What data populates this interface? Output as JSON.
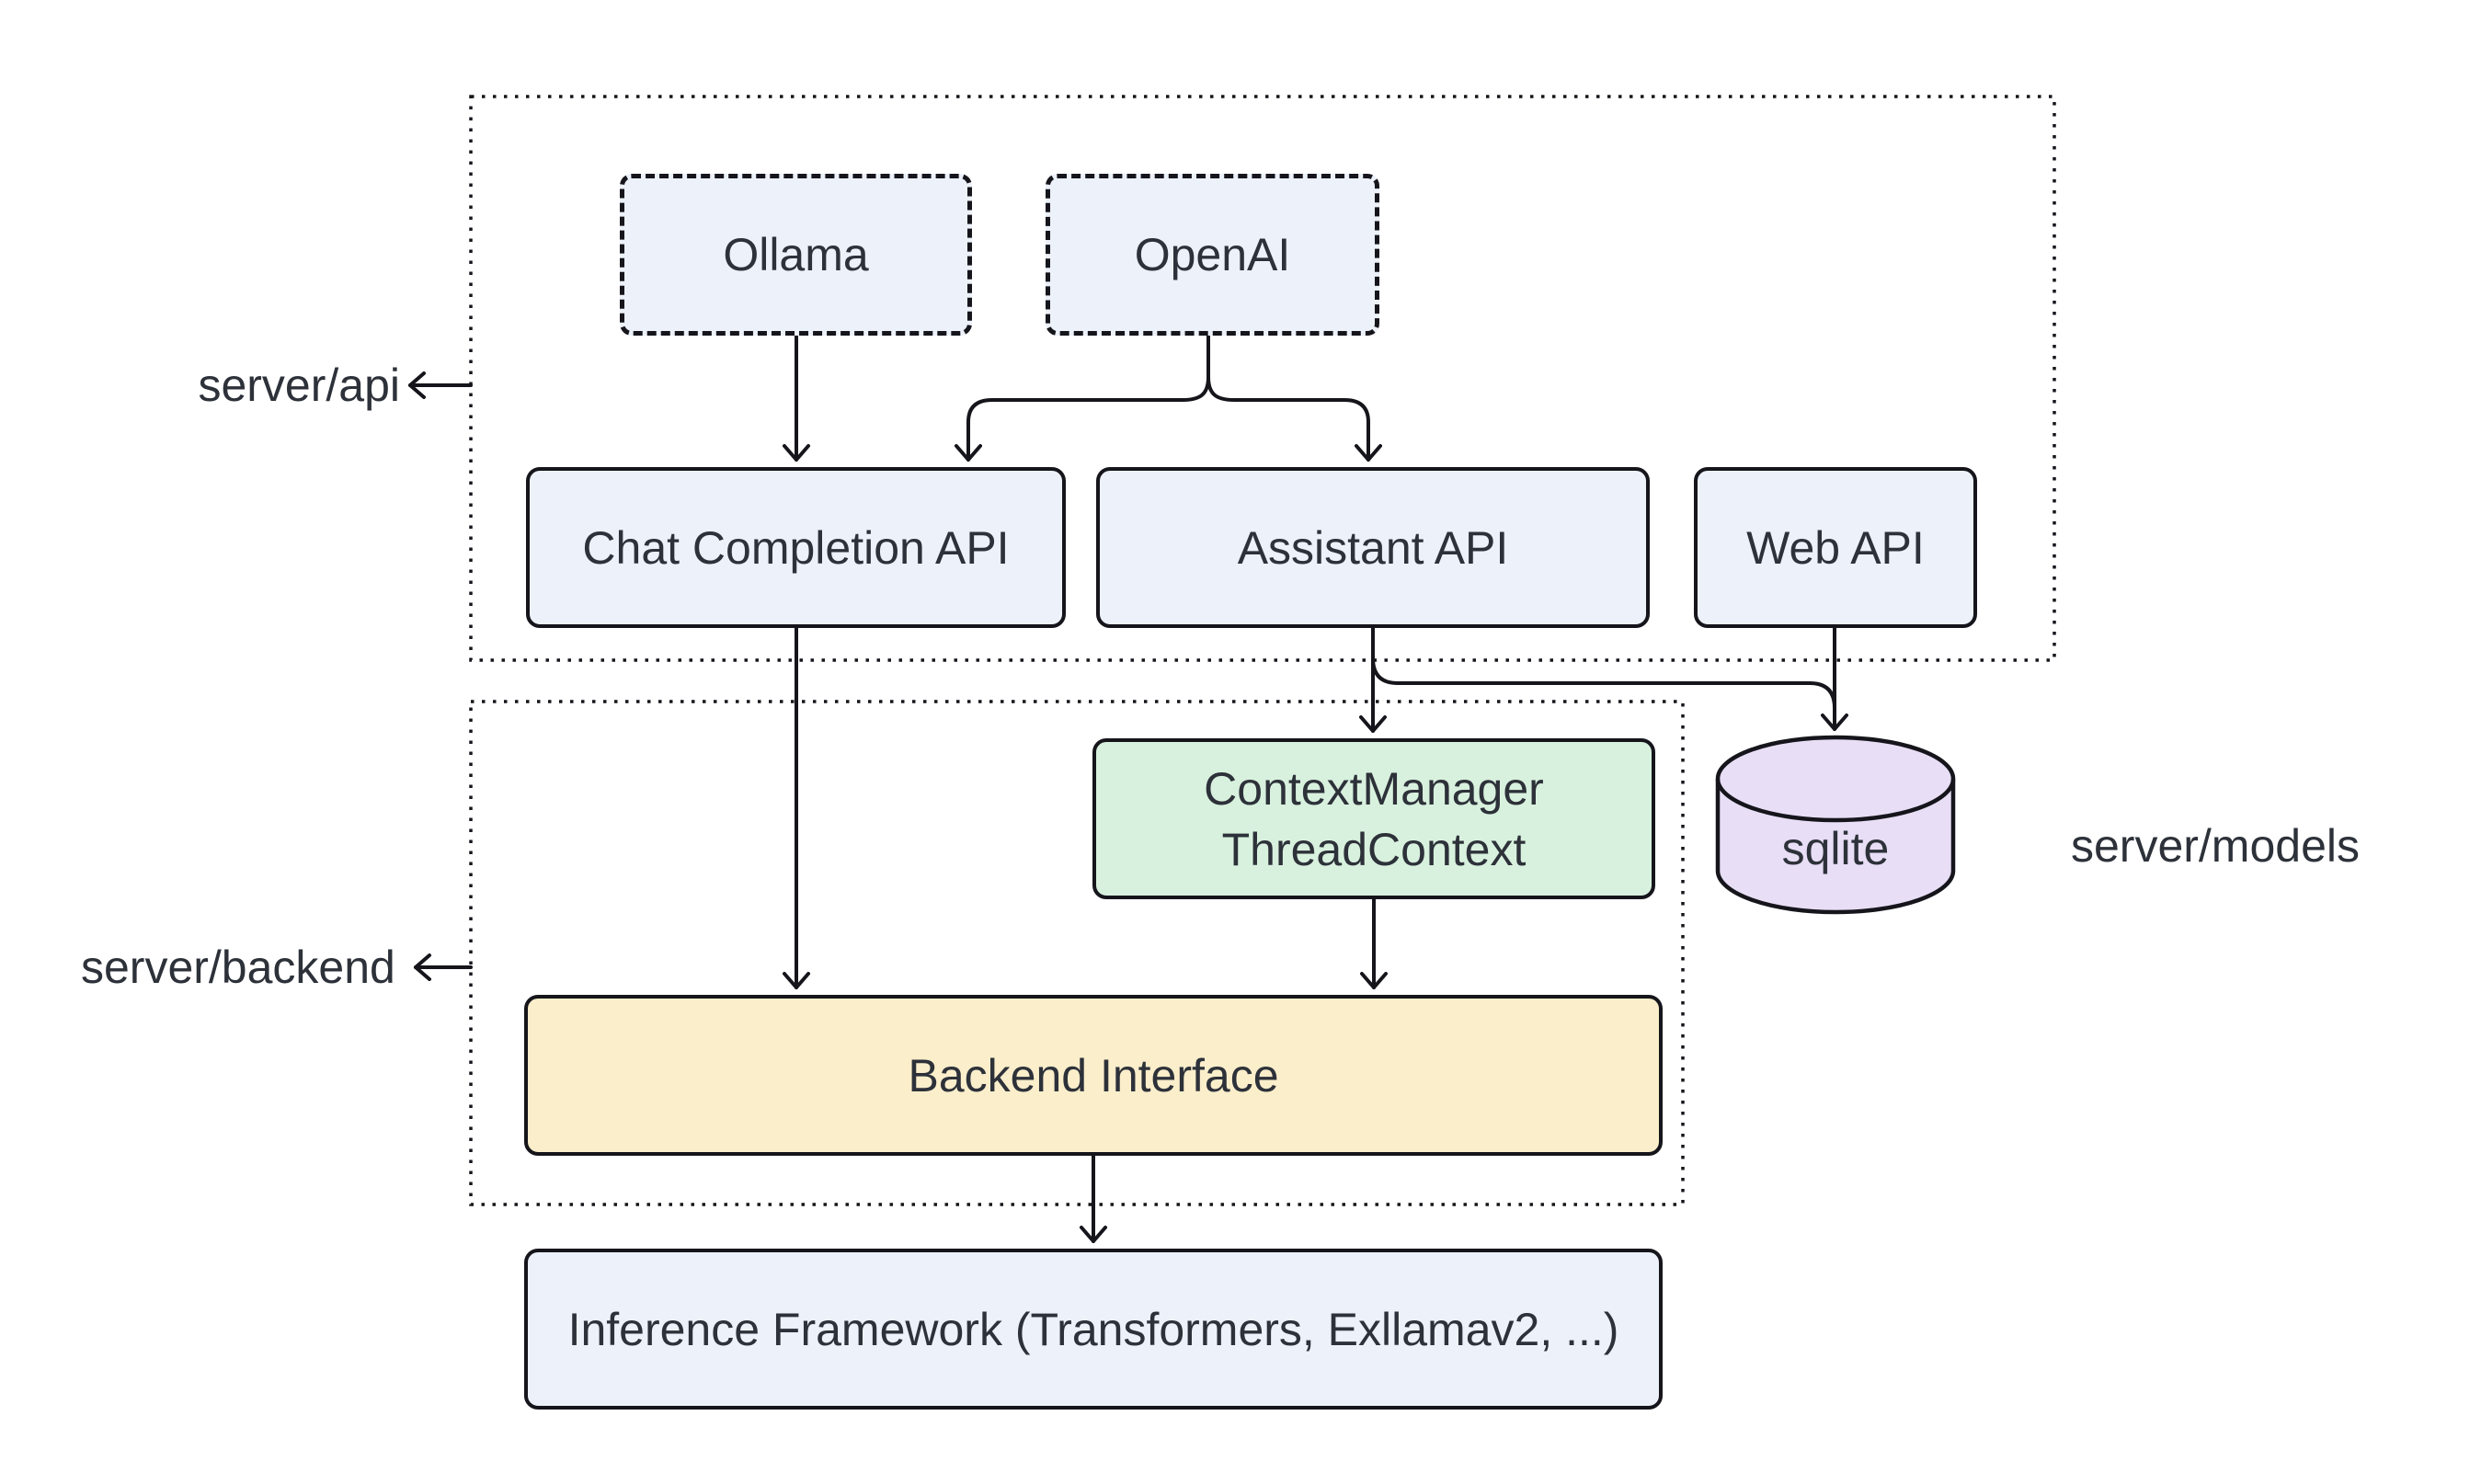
{
  "diagram": {
    "groups": {
      "api": {
        "label": "server/api"
      },
      "backend": {
        "label": "server/backend"
      },
      "models": {
        "label": "server/models"
      }
    },
    "nodes": {
      "ollama": {
        "label": "Ollama"
      },
      "openai": {
        "label": "OpenAI"
      },
      "chat_completion_api": {
        "label": "Chat Completion API"
      },
      "assistant_api": {
        "label": "Assistant API"
      },
      "web_api": {
        "label": "Web API"
      },
      "context_manager": {
        "line1": "ContextManager",
        "line2": "ThreadContext"
      },
      "sqlite_db": {
        "label": "sqlite"
      },
      "backend_interface": {
        "label": "Backend Interface"
      },
      "inference_framework": {
        "label": "Inference Framework (Transformers, Exllamav2, ...)"
      }
    },
    "edges": [
      {
        "from": "Ollama",
        "to": "Chat Completion API"
      },
      {
        "from": "OpenAI",
        "to": "Chat Completion API"
      },
      {
        "from": "OpenAI",
        "to": "Assistant API"
      },
      {
        "from": "Chat Completion API",
        "to": "Backend Interface"
      },
      {
        "from": "Assistant API",
        "to": "ContextManager ThreadContext"
      },
      {
        "from": "Assistant API",
        "to": "sqlite"
      },
      {
        "from": "Web API",
        "to": "sqlite"
      },
      {
        "from": "ContextManager ThreadContext",
        "to": "Backend Interface"
      },
      {
        "from": "Backend Interface",
        "to": "Inference Framework (Transformers, Exllamav2, ...)"
      }
    ],
    "colors": {
      "node_fill_blue": "#ecf1fa",
      "node_fill_green": "#d8f1de",
      "node_fill_yellow": "#faeecb",
      "node_fill_purple": "#e8def6",
      "stroke": "#15151b",
      "text": "#2d3139",
      "background": "#ffffff"
    }
  }
}
